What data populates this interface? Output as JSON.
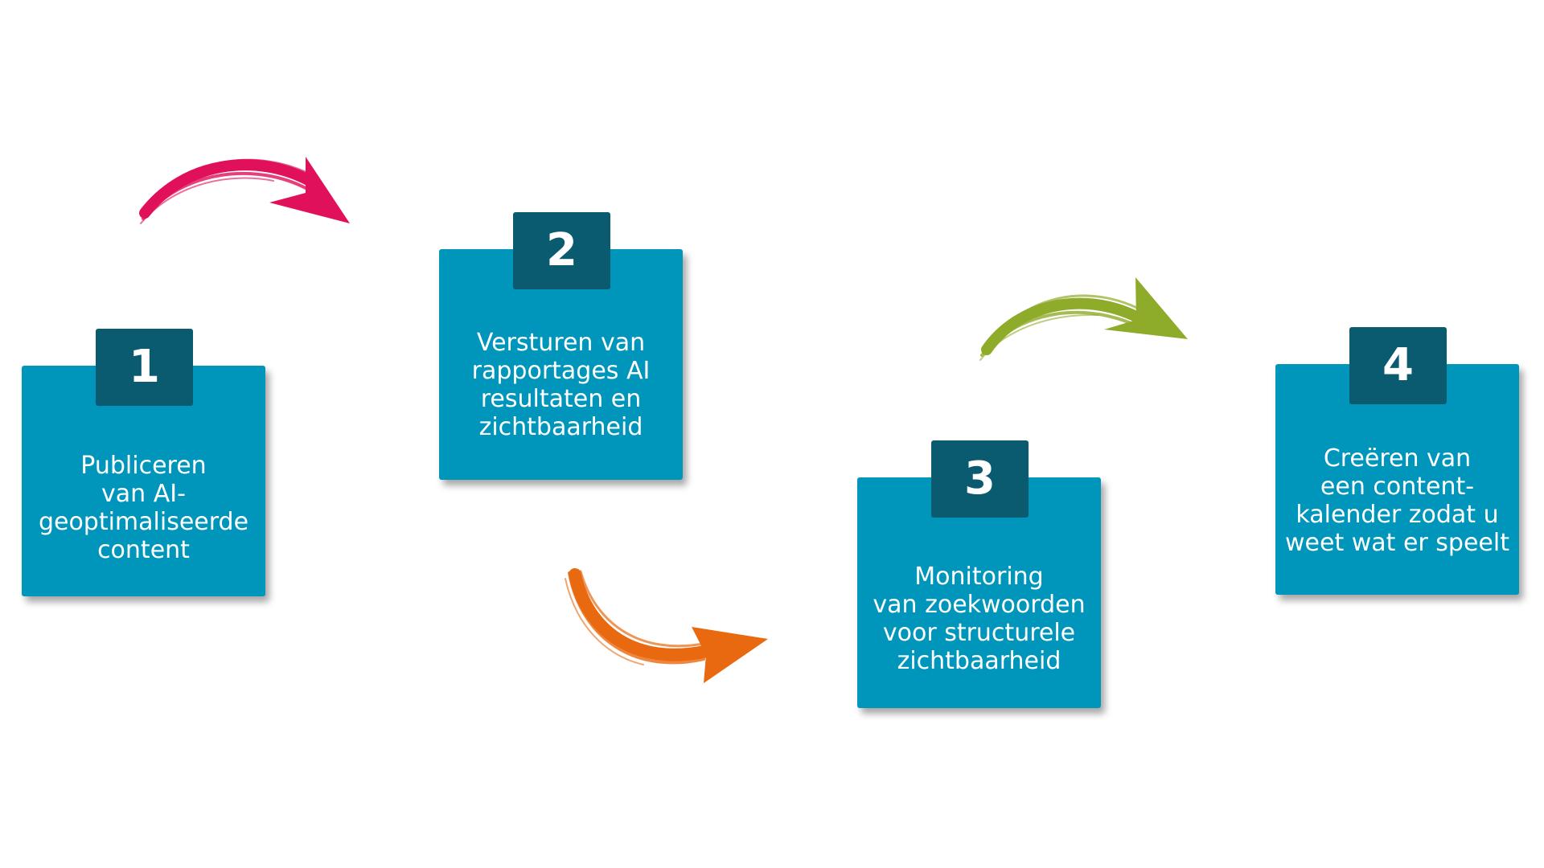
{
  "colors": {
    "box": "#0096bb",
    "badge": "#0a5a70",
    "text": "#ffffff",
    "arrow_1": "#e0105a",
    "arrow_2": "#e8690f",
    "arrow_3": "#8fab2a"
  },
  "steps": [
    {
      "number": "1",
      "text": "Publiceren\nvan AI-\ngeoptimaliseerde\ncontent"
    },
    {
      "number": "2",
      "text": "Versturen van\nrapportages AI\nresultaten en\nzichtbaarheid"
    },
    {
      "number": "3",
      "text": "Monitoring\nvan zoekwoorden\nvoor structurele\nzichtbaarheid"
    },
    {
      "number": "4",
      "text": "Creëren van\neen content-\nkalender zodat u\nweet wat er speelt"
    }
  ]
}
